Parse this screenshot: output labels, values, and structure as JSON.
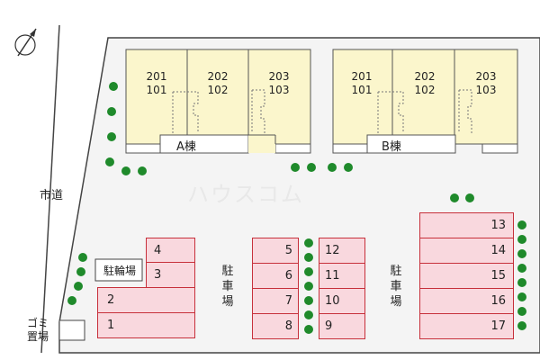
{
  "map": {
    "road_label": "市道",
    "north_icon": "north-arrow-icon",
    "buildings": [
      {
        "name": "A棟",
        "units": [
          [
            "201",
            "101"
          ],
          [
            "202",
            "102"
          ],
          [
            "203",
            "103"
          ]
        ]
      },
      {
        "name": "B棟",
        "units": [
          [
            "201",
            "101"
          ],
          [
            "202",
            "102"
          ],
          [
            "203",
            "103"
          ]
        ]
      }
    ],
    "parking_label_lines": [
      "駐",
      "車",
      "場"
    ],
    "bike_parking": "駐輪場",
    "garbage_label_lines": [
      "ゴミ",
      "置場"
    ],
    "parking_left": [
      "4",
      "3",
      "2",
      "1"
    ],
    "parking_center_left": [
      "5",
      "6",
      "7",
      "8"
    ],
    "parking_center_right": [
      "12",
      "11",
      "10",
      "9"
    ],
    "parking_right": [
      "13",
      "14",
      "15",
      "16",
      "17"
    ],
    "watermark": "ハウスコム",
    "colors": {
      "building_fill": "#fbf6cc",
      "parking_fill": "#f9d8de",
      "parking_border": "#c7303b",
      "tree": "#1f8a2b",
      "site_fill": "#f3f3f3"
    }
  }
}
